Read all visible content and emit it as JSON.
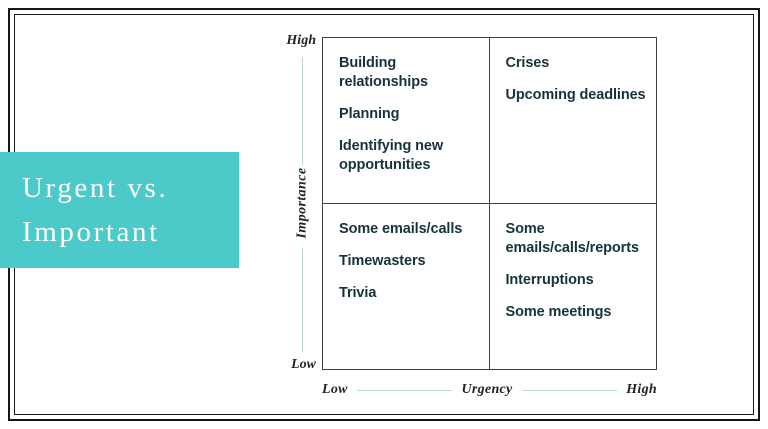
{
  "slide": {
    "title_lines": [
      "Urgent vs.",
      "Important"
    ],
    "accent_color": "#4cc9c9",
    "text_color": "#17333a",
    "axis_line_color": "#b9dcdb",
    "frame_color": "#13171c"
  },
  "chart_data": {
    "type": "table",
    "title": "Urgent vs. Important",
    "xlabel": "Urgency",
    "ylabel": "Importance",
    "x_low_label": "Low",
    "x_high_label": "High",
    "y_low_label": "Low",
    "y_high_label": "High",
    "grid": true,
    "quadrants": [
      {
        "id": "important-not-urgent",
        "position": "top-left",
        "importance": "High",
        "urgency": "Low",
        "items": [
          "Building relationships",
          "Planning",
          "Identifying new opportunities"
        ]
      },
      {
        "id": "important-and-urgent",
        "position": "top-right",
        "importance": "High",
        "urgency": "High",
        "items": [
          "Crises",
          "Upcoming deadlines"
        ]
      },
      {
        "id": "not-important-not-urgent",
        "position": "bottom-left",
        "importance": "Low",
        "urgency": "Low",
        "items": [
          "Some emails/calls",
          "Timewasters",
          "Trivia"
        ]
      },
      {
        "id": "not-important-but-urgent",
        "position": "bottom-right",
        "importance": "Low",
        "urgency": "High",
        "items": [
          "Some emails/calls/reports",
          "Interruptions",
          "Some meetings"
        ]
      }
    ]
  }
}
